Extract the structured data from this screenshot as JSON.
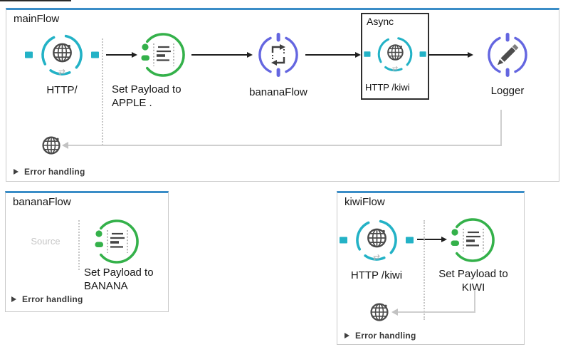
{
  "colors": {
    "panel_top": "#3a8dc7",
    "panel_border": "#c9c9c9",
    "http_teal": "#23b2c6",
    "payload_green": "#34b14a",
    "ref_purple": "#6466e0",
    "icon_gray": "#4a4a4a",
    "arrow_black": "#1f1f1f",
    "return_gray": "#cfcfcf",
    "muted": "#c6c6c6",
    "scope_border": "#2e2e2e"
  },
  "flows": {
    "main": {
      "title": "mainFlow",
      "http": {
        "label": "HTTP/"
      },
      "set_payload": {
        "line1": "Set Payload to",
        "line2": "APPLE ."
      },
      "flow_ref": {
        "label": "bananaFlow"
      },
      "async_scope": {
        "title": "Async",
        "http_label": "HTTP /kiwi"
      },
      "logger": {
        "label": "Logger"
      },
      "error_handling_label": "Error handling"
    },
    "banana": {
      "title": "bananaFlow",
      "source_placeholder": "Source",
      "set_payload": {
        "line1": "Set Payload to",
        "line2": "BANANA"
      },
      "error_handling_label": "Error handling"
    },
    "kiwi": {
      "title": "kiwiFlow",
      "http": {
        "label": "HTTP /kiwi"
      },
      "set_payload": {
        "line1": "Set Payload to",
        "line2": "KIWI"
      },
      "error_handling_label": "Error handling"
    }
  }
}
